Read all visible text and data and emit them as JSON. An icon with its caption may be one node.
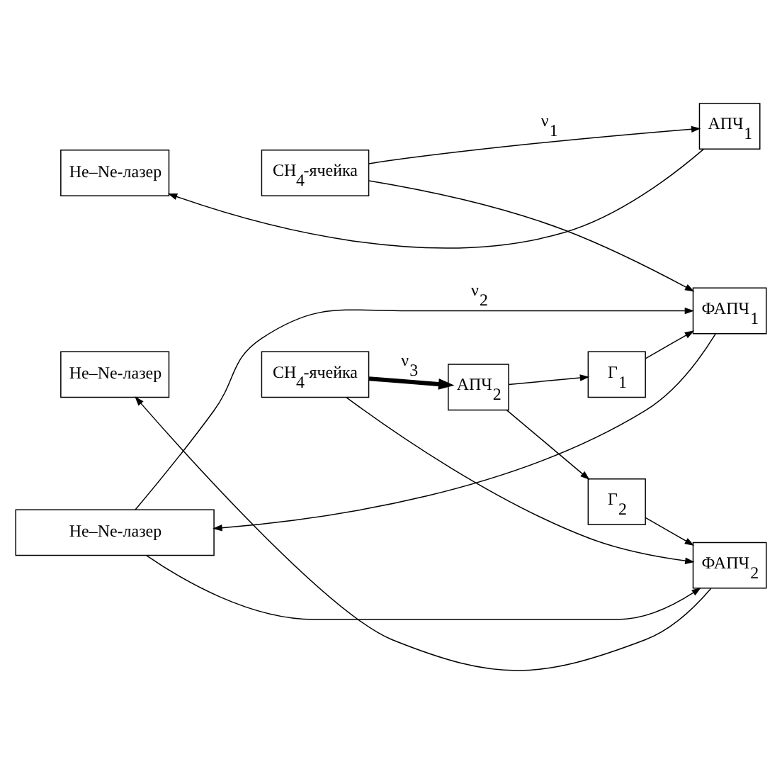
{
  "diagram": {
    "nodes": [
      {
        "text": [
          "He–Ne-лазер"
        ]
      },
      {
        "text": [
          "CH$_{4}$-ячейка"
        ]
      },
      {
        "text": [
          "АПЧ$_{1}$"
        ]
      },
      {
        "text": [
          "He–Ne-лазер"
        ]
      },
      {
        "text": [
          "ФАПЧ$_{1}$"
        ]
      },
      {
        "text": [
          "Г$_{1}$"
        ]
      },
      {
        "text": [
          "He–Ne-лазер"
        ]
      },
      {
        "text": [
          "CH$_{4}$-ячейка"
        ]
      },
      {
        "text": [
          "ФАПЧ$_{2}$"
        ]
      },
      {
        "text": [
          "АПЧ$_{2}$"
        ]
      },
      {
        "text": [
          "Г$_{2}$"
        ]
      }
    ],
    "edges": [
      {
        "from": 1,
        "to": 2,
        "arrow": "to",
        "label": "ν$_{1}$"
      },
      {
        "from": 1,
        "to": 4,
        "arrow": "to"
      },
      {
        "from": 2,
        "to": 0,
        "arrow": "to"
      },
      {
        "from": 3,
        "to": 4,
        "arrow": "to",
        "label": "ν$_{2}$"
      },
      {
        "from": 3,
        "to": 8,
        "arrow": "to"
      },
      {
        "from": 4,
        "to": 3,
        "arrow": "to"
      },
      {
        "from": 5,
        "to": 4,
        "arrow": "to"
      },
      {
        "from": 9,
        "to": 5,
        "arrow": "to"
      },
      {
        "from": 8,
        "to": 6,
        "arrow": "to"
      },
      {
        "from": 7,
        "to": 8,
        "arrow": "to"
      },
      {
        "from": 7,
        "to": 9,
        "arrow": "to",
        "label": "ν$_{3}$",
        "style": "thick"
      },
      {
        "from": 9,
        "to": 10,
        "arrow": "to"
      },
      {
        "from": 10,
        "to": 8,
        "arrow": "to"
      }
    ]
  }
}
